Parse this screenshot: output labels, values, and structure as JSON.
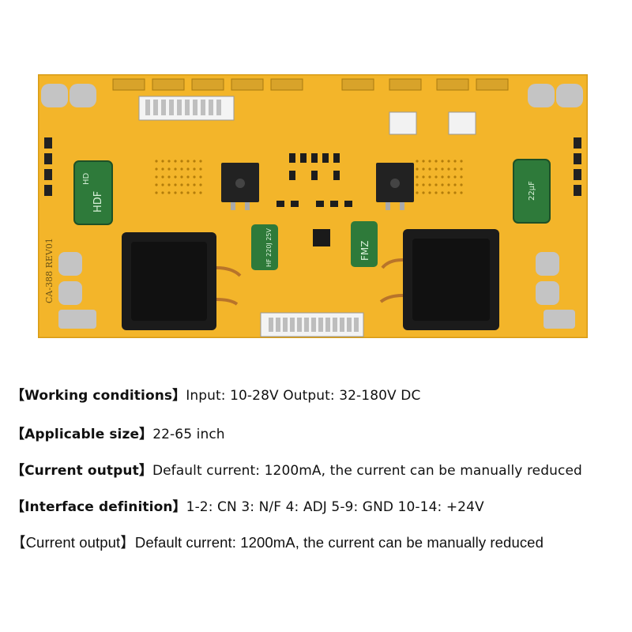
{
  "board": {
    "silkscreen_model": "CA-388 REV01",
    "cap_left_text": "HDF",
    "cap_left_text2": "HD",
    "cap_center_left_text": "HF 220J 25V",
    "cap_center_right_text": "FMZ",
    "cap_right_text": "22μF",
    "colors": {
      "board": "#f3b52a",
      "board_dark": "#c98d10",
      "pad": "#c9c9c9",
      "component": "#1a1a1a",
      "cap": "#2e7a3a"
    }
  },
  "specs": [
    {
      "label": "【Working conditions】",
      "value": "Input: 10-28V Output: 32-180V DC"
    },
    {
      "label": "【Applicable size】",
      "value": "22-65 inch"
    },
    {
      "label": "【Current output】",
      "value": "Default current: 1200mA, the current can be manually reduced"
    },
    {
      "label": "【Interface definition】",
      "value": "1-2: CN   3: N/F   4: ADJ   5-9: GND   10-14: +24V"
    },
    {
      "label": "【Current output】",
      "value": "Default current: 1200mA, the current can be manually reduced"
    }
  ]
}
